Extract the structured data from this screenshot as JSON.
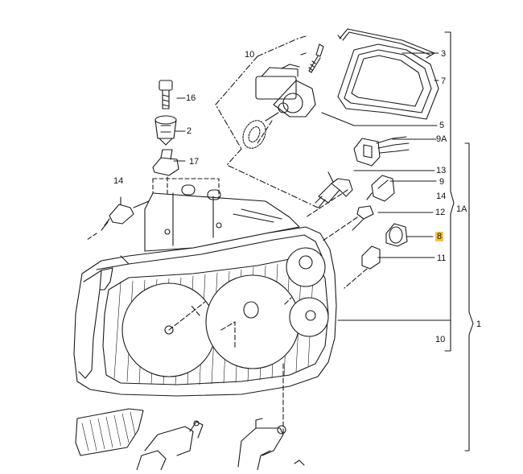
{
  "diagram": {
    "title": "Headlight assembly exploded parts diagram",
    "highlight_color": "#f3c24a",
    "line_color": "#1a1a1a",
    "callouts": {
      "c10_top": "10",
      "c16": "16",
      "c2": "2",
      "c17": "17",
      "c14_left": "14",
      "c3": "3",
      "c7": "7",
      "c5": "5",
      "c9a": "9A",
      "c13": "13",
      "c9": "9",
      "c14_right": "14",
      "c12": "12",
      "c1a": "1A",
      "c8": "8",
      "c11": "11",
      "c1": "1",
      "c10_bottom": "10"
    }
  }
}
